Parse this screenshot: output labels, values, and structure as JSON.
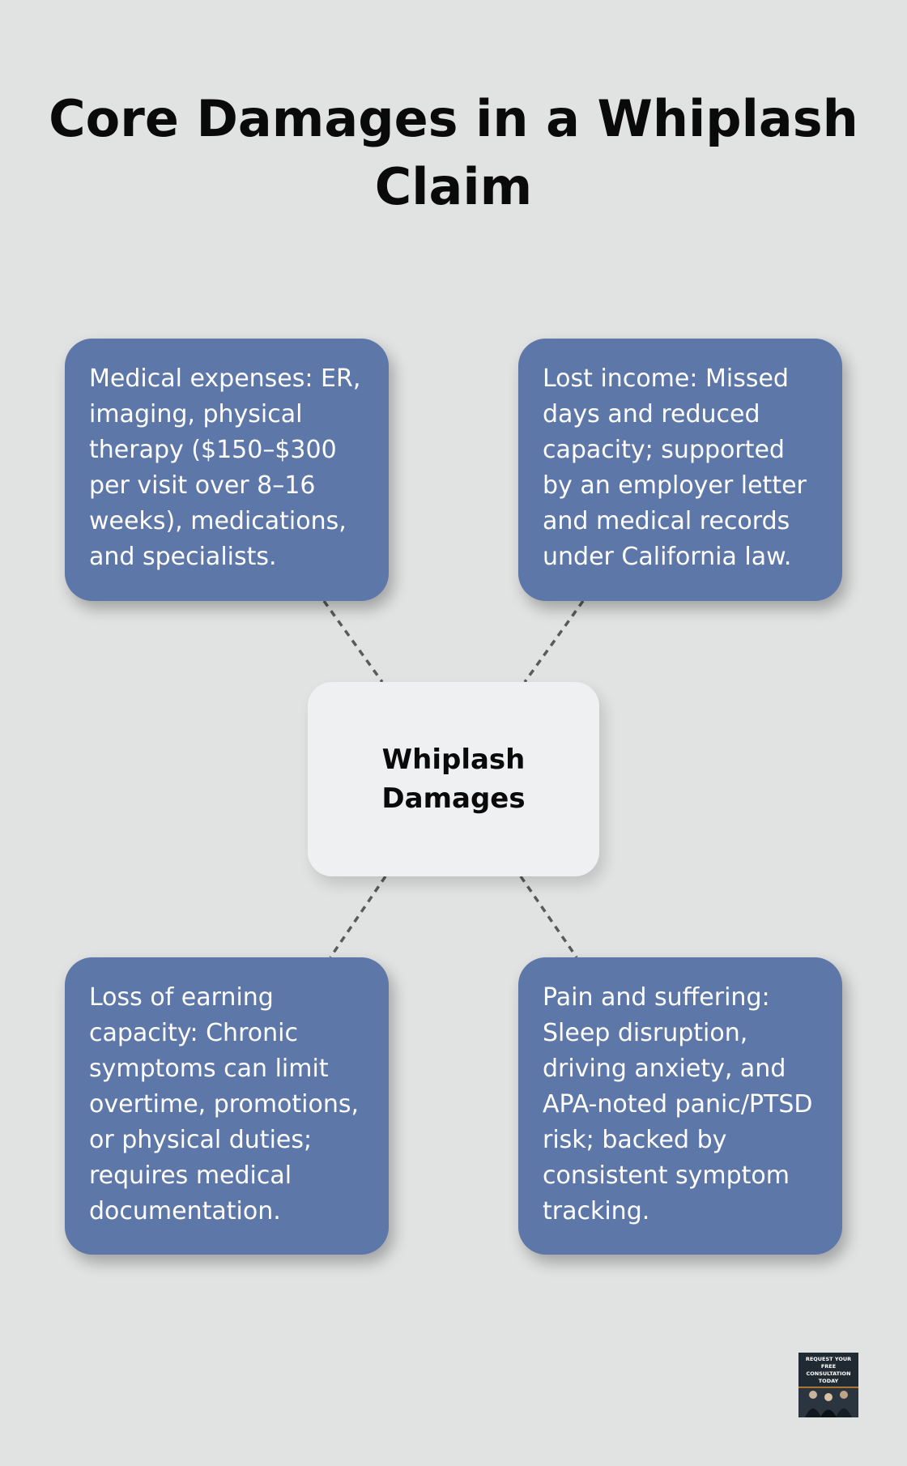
{
  "title": "Core Damages in a Whiplash Claim",
  "center": {
    "label": "Whiplash Damages"
  },
  "cards": [
    {
      "text": "Medical expenses: ER, imaging, physical therapy ($150–$300 per visit over 8–16 weeks), medications, and specialists."
    },
    {
      "text": "Lost income: Missed days and reduced capacity; supported by an employer letter and medical records under California law."
    },
    {
      "text": "Loss of earning capacity: Chronic symptoms can limit overtime, promotions, or physical duties; requires medical documentation."
    },
    {
      "text": "Pain and suffering: Sleep disruption, driving anxiety, and APA-noted panic/PTSD risk; backed by consistent symptom tracking."
    }
  ],
  "cta": {
    "label": "REQUEST YOUR FREE CONSULTATION TODAY"
  },
  "colors": {
    "background": "#e1e2e2",
    "card": "#5e77a9",
    "center_node": "#eff0f1",
    "connector": "#5a5a5a",
    "title_text": "#0a0a0a"
  }
}
